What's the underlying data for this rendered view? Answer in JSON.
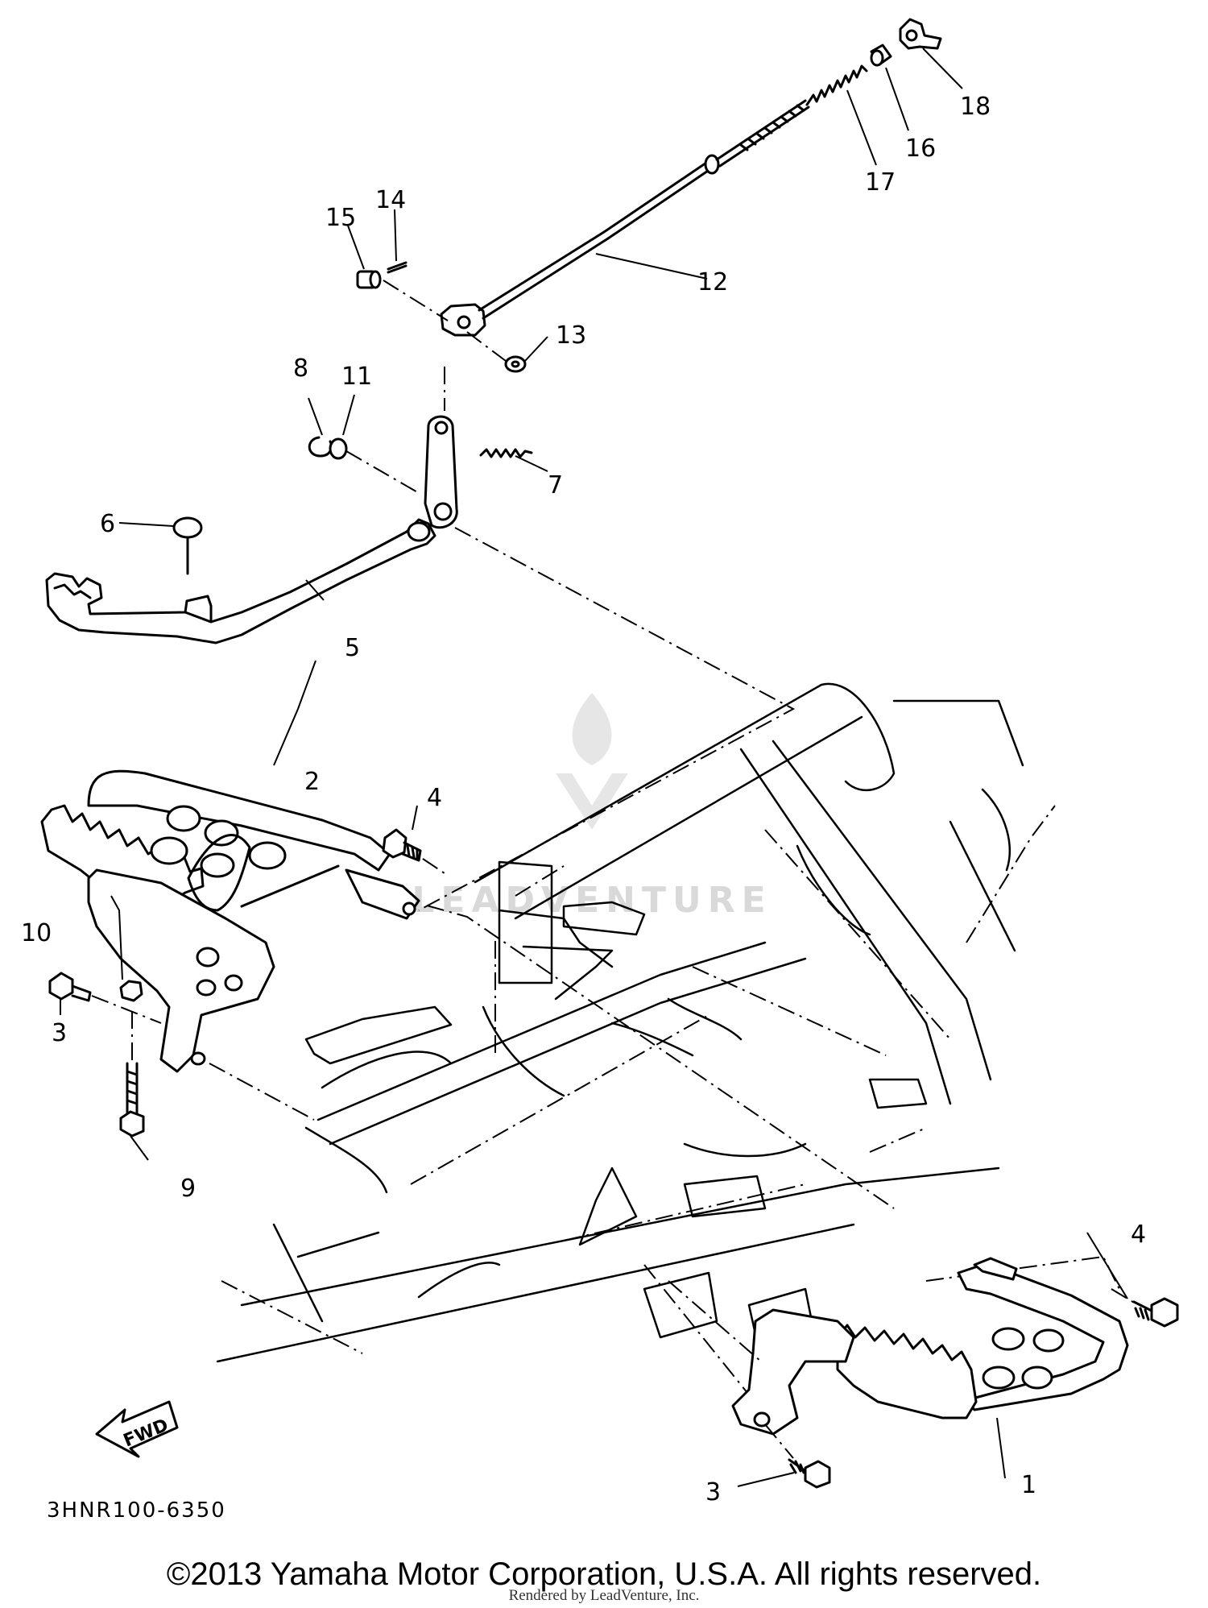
{
  "diagram": {
    "code": "3HNR100-6350",
    "fwd_arrow_label": "FWD",
    "watermark_text": "LEADVENTURE",
    "callouts": [
      "1",
      "2",
      "3",
      "3",
      "4",
      "4",
      "5",
      "6",
      "7",
      "8",
      "9",
      "10",
      "11",
      "12",
      "13",
      "14",
      "15",
      "16",
      "17",
      "18"
    ]
  },
  "footer": {
    "copyright": "©2013 Yamaha Motor Corporation, U.S.A. All rights reserved.",
    "rendered_by": "Rendered by LeadVenture, Inc."
  }
}
